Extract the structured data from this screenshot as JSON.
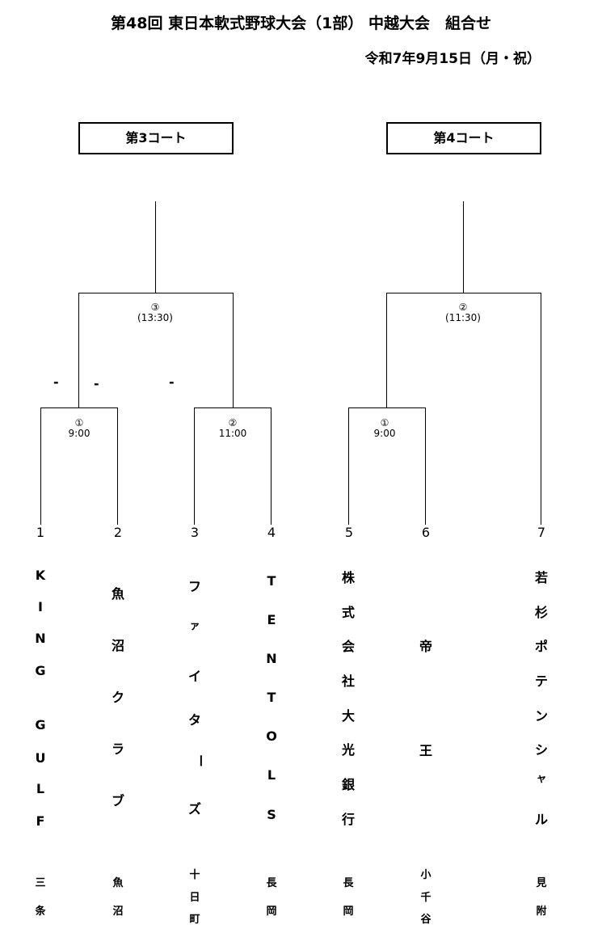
{
  "header": {
    "title": "第48回 東日本軟式野球大会（1部） 中越大会　組合せ",
    "date": "令和7年9月15日（月・祝）"
  },
  "courts": [
    {
      "label": "第3コート"
    },
    {
      "label": "第4コート"
    }
  ],
  "matches": [
    {
      "id": "①",
      "time": "9:00"
    },
    {
      "id": "②",
      "time": "11:00"
    },
    {
      "id": "③",
      "time": "(13:30)"
    },
    {
      "id": "①",
      "time": "9:00"
    },
    {
      "id": "②",
      "time": "(11:30)"
    }
  ],
  "score_marks": [
    "-",
    "-",
    "-"
  ],
  "teams": [
    {
      "number": "1",
      "name": [
        "K",
        "I",
        "N",
        "G",
        "G",
        "U",
        "L",
        "F"
      ],
      "location": [
        "三",
        "条"
      ]
    },
    {
      "number": "2",
      "name": [
        "魚",
        "沼",
        "ク",
        "ラ",
        "ブ"
      ],
      "location": [
        "魚",
        "沼"
      ]
    },
    {
      "number": "3",
      "name": [
        "フ",
        "ァ",
        "イ",
        "タ",
        "ー",
        "ズ"
      ],
      "location": [
        "十",
        "日",
        "町"
      ]
    },
    {
      "number": "4",
      "name": [
        "T",
        "E",
        "N",
        "T",
        "O",
        "L",
        "S"
      ],
      "location": [
        "長",
        "岡"
      ]
    },
    {
      "number": "5",
      "name": [
        "株",
        "式",
        "会",
        "社",
        "大",
        "光",
        "銀",
        "行"
      ],
      "location": [
        "長",
        "岡"
      ]
    },
    {
      "number": "6",
      "name": [
        "帝",
        "王"
      ],
      "location": [
        "小",
        "千",
        "谷"
      ]
    },
    {
      "number": "7",
      "name": [
        "若",
        "杉",
        "ポ",
        "テ",
        "ン",
        "シ",
        "ャ",
        "ル"
      ],
      "location": [
        "見",
        "附"
      ]
    }
  ]
}
